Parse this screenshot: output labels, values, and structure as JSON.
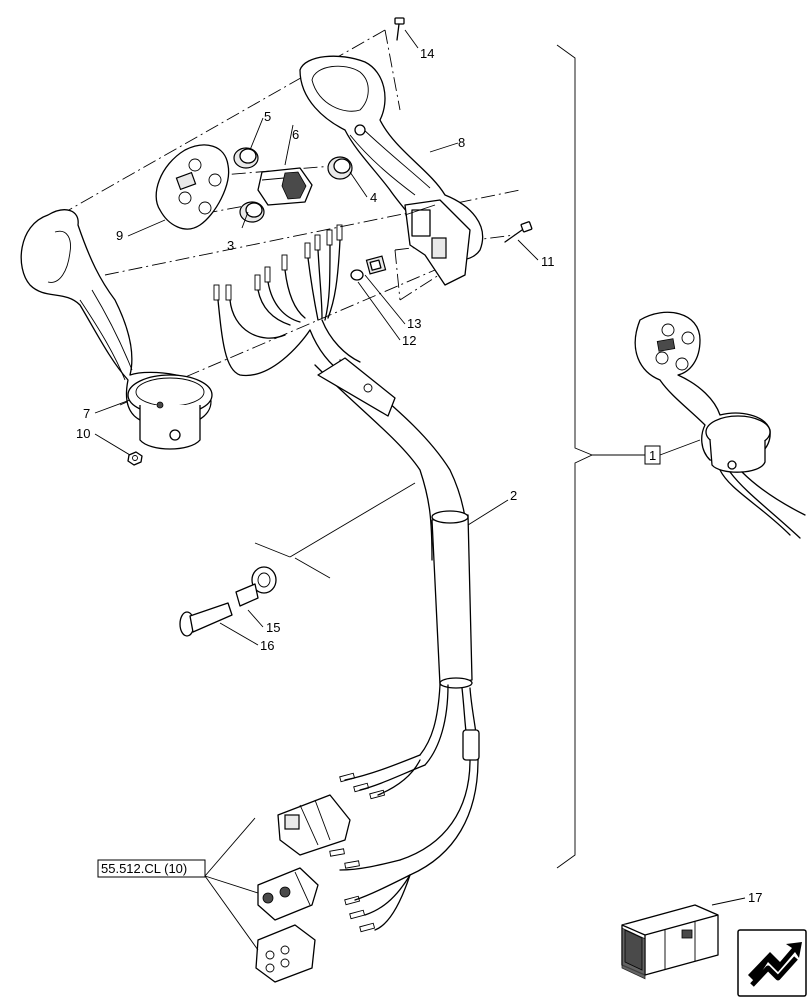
{
  "callouts": {
    "c1": "1",
    "c2": "2",
    "c3": "3",
    "c4": "4",
    "c5": "5",
    "c6": "6",
    "c7": "7",
    "c8": "8",
    "c9": "9",
    "c10": "10",
    "c11": "11",
    "c12": "12",
    "c13": "13",
    "c14": "14",
    "c15": "15",
    "c16": "16",
    "c17": "17"
  },
  "reference": {
    "label": "55.512.CL (10)"
  },
  "icons": {
    "nav": "next-page-arrow-icon",
    "kit": "parts-kit-box-icon"
  }
}
